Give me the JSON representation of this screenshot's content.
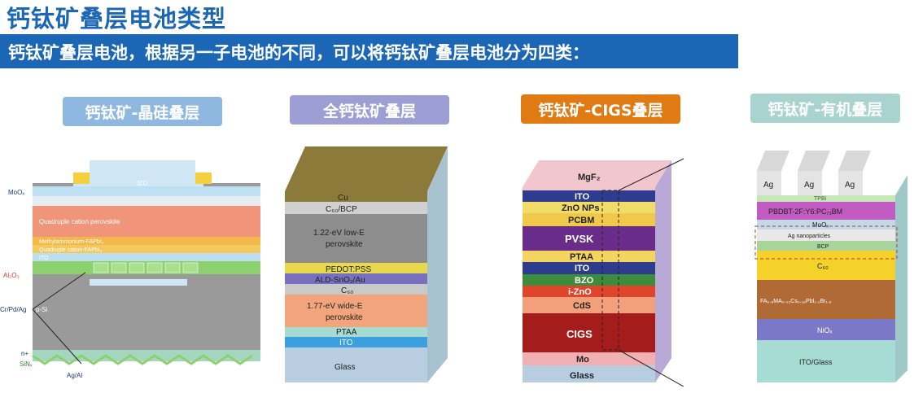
{
  "title": "钙钛矿叠层电池类型",
  "banner": "钙钛矿叠层电池，根据另一子电池的不同，可以将钙钛矿叠层电池分为四类：",
  "categories": [
    {
      "label": "钙钛矿-晶硅叠层",
      "color": "#8fb8e0"
    },
    {
      "label": "全钙钛矿叠层",
      "color": "#9d9fd4"
    },
    {
      "label": "钙钛矿-CIGS叠层",
      "color": "#e07b13"
    },
    {
      "label": "钙钛矿-有机叠层",
      "color": "#a9d3cf"
    }
  ],
  "si_tandem": {
    "layers": [
      "IZO",
      "Quadruple cation perovskite",
      "Methylammonium-FAPbI₃",
      "Quadruple cation-FAPbI₃",
      "ITO"
    ],
    "side_labels": [
      "MoOₓ",
      "Al₂O₃",
      "Cr/Pd/Ag",
      "p-Si",
      "n+",
      "SiNₓ",
      "Ag/Al"
    ]
  },
  "all_perovskite": {
    "layers": [
      "Cu",
      "C₆₀/BCP",
      "1.22-eV low-E",
      "perovskite",
      "PEDOT:PSS",
      "ALD-SnO₂/Au",
      "C₆₀",
      "1.77-eV wide-E",
      "perovskite",
      "PTAA",
      "ITO",
      "Glass"
    ]
  },
  "cigs": {
    "layers": [
      "MgF₂",
      "ITO",
      "ZnO NPs",
      "PCBM",
      "PVSK",
      "PTAA",
      "ITO",
      "BZO",
      "i-ZnO",
      "CdS",
      "CIGS",
      "Mo",
      "Glass"
    ]
  },
  "organic": {
    "layers": [
      "Ag",
      "Ag",
      "Ag",
      "TPBi",
      "PBDBT-2F:Y6:PC₇₁BM",
      "MoOₓ",
      "Ag nanoparticles",
      "BCP",
      "C₆₀",
      "FA₀.₈MA₀.₀₂Cs₀.₁₈PbI₁.₂Br₁.₈",
      "NiOₓ",
      "ITO/Glass"
    ]
  }
}
